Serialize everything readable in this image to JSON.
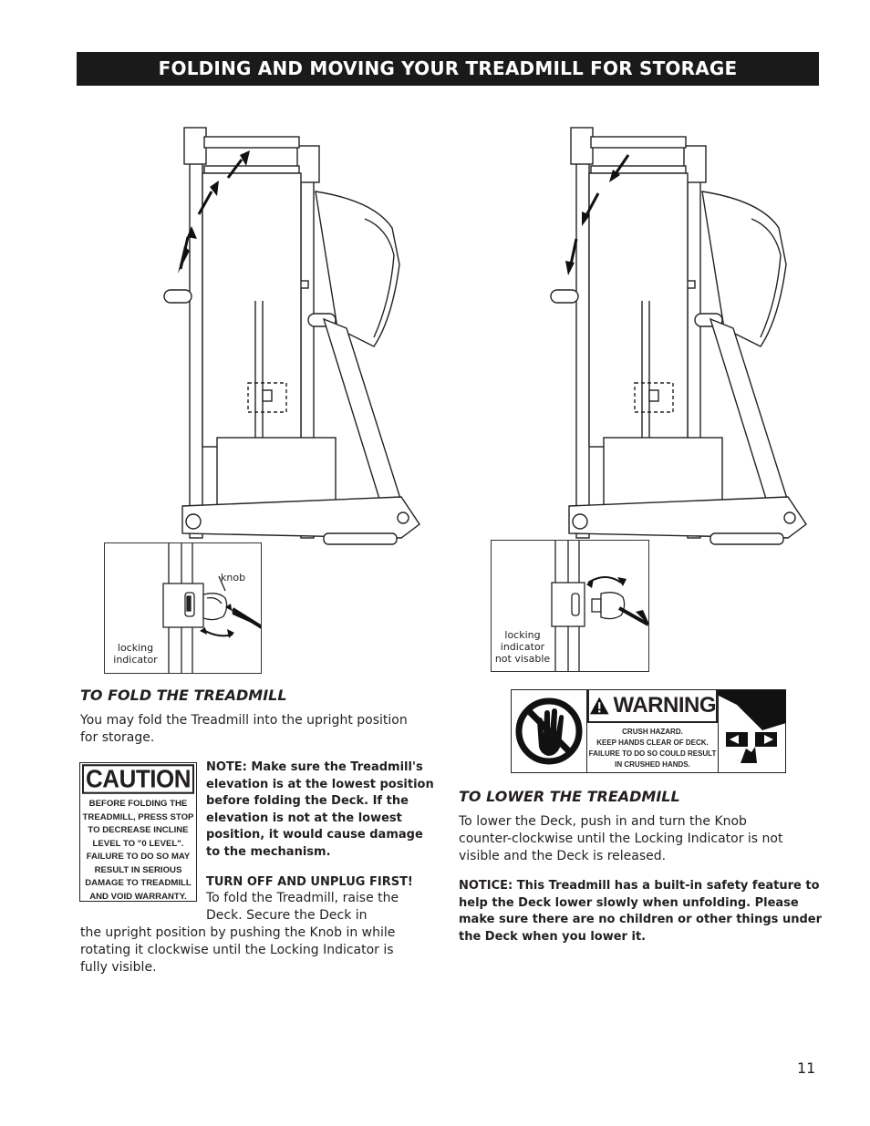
{
  "header": {
    "title": "FOLDING AND MOVING YOUR TREADMILL FOR STORAGE"
  },
  "insets": {
    "left": {
      "knob_label": "knob",
      "indicator_label_1": "locking",
      "indicator_label_2": "indicator"
    },
    "right": {
      "indicator_label_1": "locking",
      "indicator_label_2": "indicator",
      "indicator_label_3": "not visable"
    }
  },
  "fold": {
    "heading": "TO FOLD THE TREADMILL",
    "intro_1": "You may fold the Treadmill into the upright position",
    "intro_2": "for storage.",
    "note_lines": [
      "NOTE: Make sure the Treadmill's",
      "elevation is at the lowest position",
      "before folding the Deck. If the",
      "elevation is not at the lowest",
      "position, it would cause damage",
      "to the mechanism."
    ],
    "turn_off": "TURN OFF AND UNPLUG FIRST!",
    "instr_lines": [
      "To fold the Treadmill, raise the",
      "Deck. Secure the Deck in"
    ],
    "instr_full_lines": [
      "the upright position by pushing the Knob in while",
      "rotating it clockwise until the Locking Indicator is",
      "fully visible."
    ]
  },
  "caution": {
    "title": "CAUTION",
    "lines": [
      "BEFORE FOLDING THE",
      "TREADMILL, PRESS STOP",
      "TO DECREASE INCLINE",
      "LEVEL TO \"0 LEVEL\".",
      "FAILURE TO DO SO MAY",
      "RESULT IN SERIOUS",
      "DAMAGE TO TREADMILL",
      "AND VOID WARRANTY."
    ]
  },
  "warning": {
    "title": "WARNING",
    "lines": [
      "CRUSH HAZARD.",
      "KEEP HANDS CLEAR OF DECK.",
      "FAILURE TO DO SO COULD RESULT",
      "IN CRUSHED HANDS."
    ]
  },
  "lower": {
    "heading": "TO LOWER THE TREADMILL",
    "body_lines": [
      "To lower the Deck, push in and turn the Knob",
      "counter-clockwise until the Locking Indicator is not",
      "visible and the Deck is released."
    ],
    "notice_lines": [
      "NOTICE: This Treadmill has a built-in safety feature to",
      "help the Deck lower slowly when unfolding. Please",
      "make sure there are no children or other things under",
      "the Deck when you lower it."
    ]
  },
  "page_number": "11"
}
